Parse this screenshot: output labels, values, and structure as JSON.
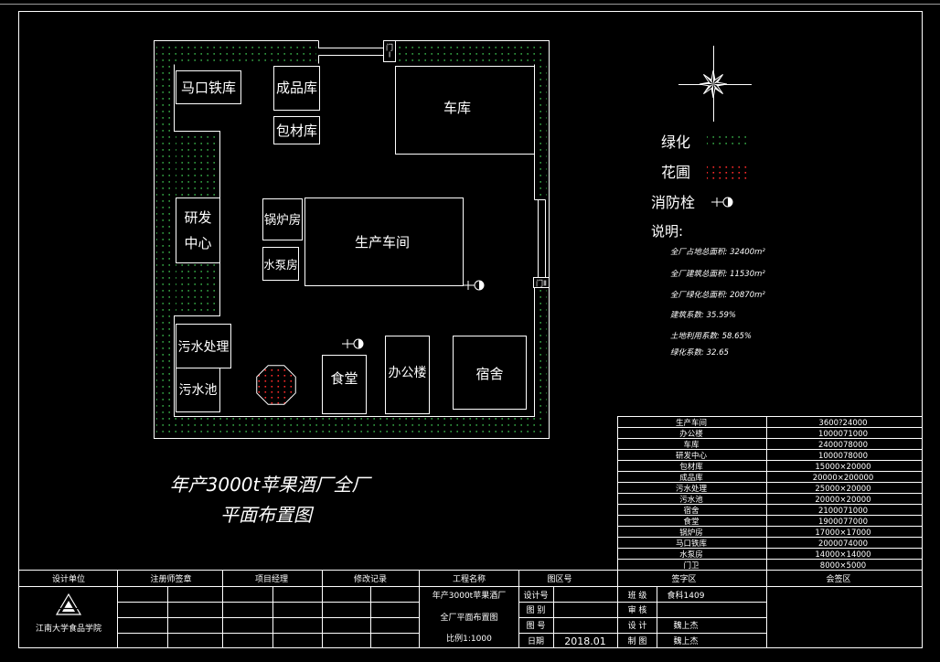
{
  "colors": {
    "background": "#000000",
    "line": "#ffffff",
    "greenery": "#39b54a",
    "flowerbed": "#ff2a2a"
  },
  "drawing_title": {
    "line1": "年产3000t苹果酒厂全厂",
    "line2": "平面布置图"
  },
  "site_plan": {
    "gates": {
      "gate_1": "门Ⅰ",
      "gate_2": "门Ⅱ"
    },
    "buildings": {
      "tinplate_store": "马口铁库",
      "finished_goods_store": "成品库",
      "packaging_store": "包材库",
      "garage": "车库",
      "boiler_room": "锅炉房",
      "pump_room": "水泵房",
      "production_workshop": "生产车间",
      "rd_center_line1": "研发",
      "rd_center_line2": "中心",
      "sewage_treatment": "污水处理",
      "sewage_pool": "污水池",
      "canteen": "食堂",
      "office_building": "办公楼",
      "dormitory": "宿舍"
    }
  },
  "legend": {
    "items": [
      {
        "label": "绿化",
        "icon": "greenery-dots-icon"
      },
      {
        "label": "花圃",
        "icon": "flowerbed-dots-icon"
      },
      {
        "label": "消防栓",
        "icon": "fire-hydrant-icon"
      }
    ],
    "notes_title": "说明:",
    "notes": [
      "全厂占地总面积: 32400m²",
      "全厂建筑总面积: 11530m²",
      "全厂绿化总面积: 20870m²",
      "建筑系数: 35.59%",
      "土地利用系数: 58.65%",
      "绿化系数: 32.65"
    ]
  },
  "building_table": [
    {
      "name": "生产车间",
      "size": "3600?24000"
    },
    {
      "name": "办公楼",
      "size": "1000071000"
    },
    {
      "name": "车库",
      "size": "2400078000"
    },
    {
      "name": "研发中心",
      "size": "1000078000"
    },
    {
      "name": "包材库",
      "size": "15000×20000"
    },
    {
      "name": "成品库",
      "size": "20000×200000"
    },
    {
      "name": "污水处理",
      "size": "25000×20000"
    },
    {
      "name": "污水池",
      "size": "20000×20000"
    },
    {
      "name": "宿舍",
      "size": "2100071000"
    },
    {
      "name": "食堂",
      "size": "1900077000"
    },
    {
      "name": "锅炉房",
      "size": "17000×17000"
    },
    {
      "name": "马口铁库",
      "size": "2000074000"
    },
    {
      "name": "水泵房",
      "size": "14000×14000"
    },
    {
      "name": "门卫",
      "size": "8000×5000"
    }
  ],
  "title_block": {
    "headers": {
      "design_unit": "设计单位",
      "seal": "注册师签章",
      "project_manager": "项目经理",
      "revisions": "修改记录",
      "project_name": "工程名称",
      "zone": "图区号",
      "sign_area": "签字区",
      "countersign_area": "会签区"
    },
    "unit_name": "江南大学食品学院",
    "project_lines": [
      "年产3000t苹果酒厂",
      "全厂平面布置图",
      "比例1:1000"
    ],
    "drawing_info_labels": [
      "设计号",
      "图 别",
      "图 号",
      "日期"
    ],
    "date_value": "2018.01",
    "signatures": [
      {
        "role": "班 级",
        "name": "食科1409"
      },
      {
        "role": "审 核"
      },
      {
        "role": "设 计",
        "name": "魏上杰"
      },
      {
        "role": "制 图",
        "name": "魏上杰"
      }
    ]
  }
}
